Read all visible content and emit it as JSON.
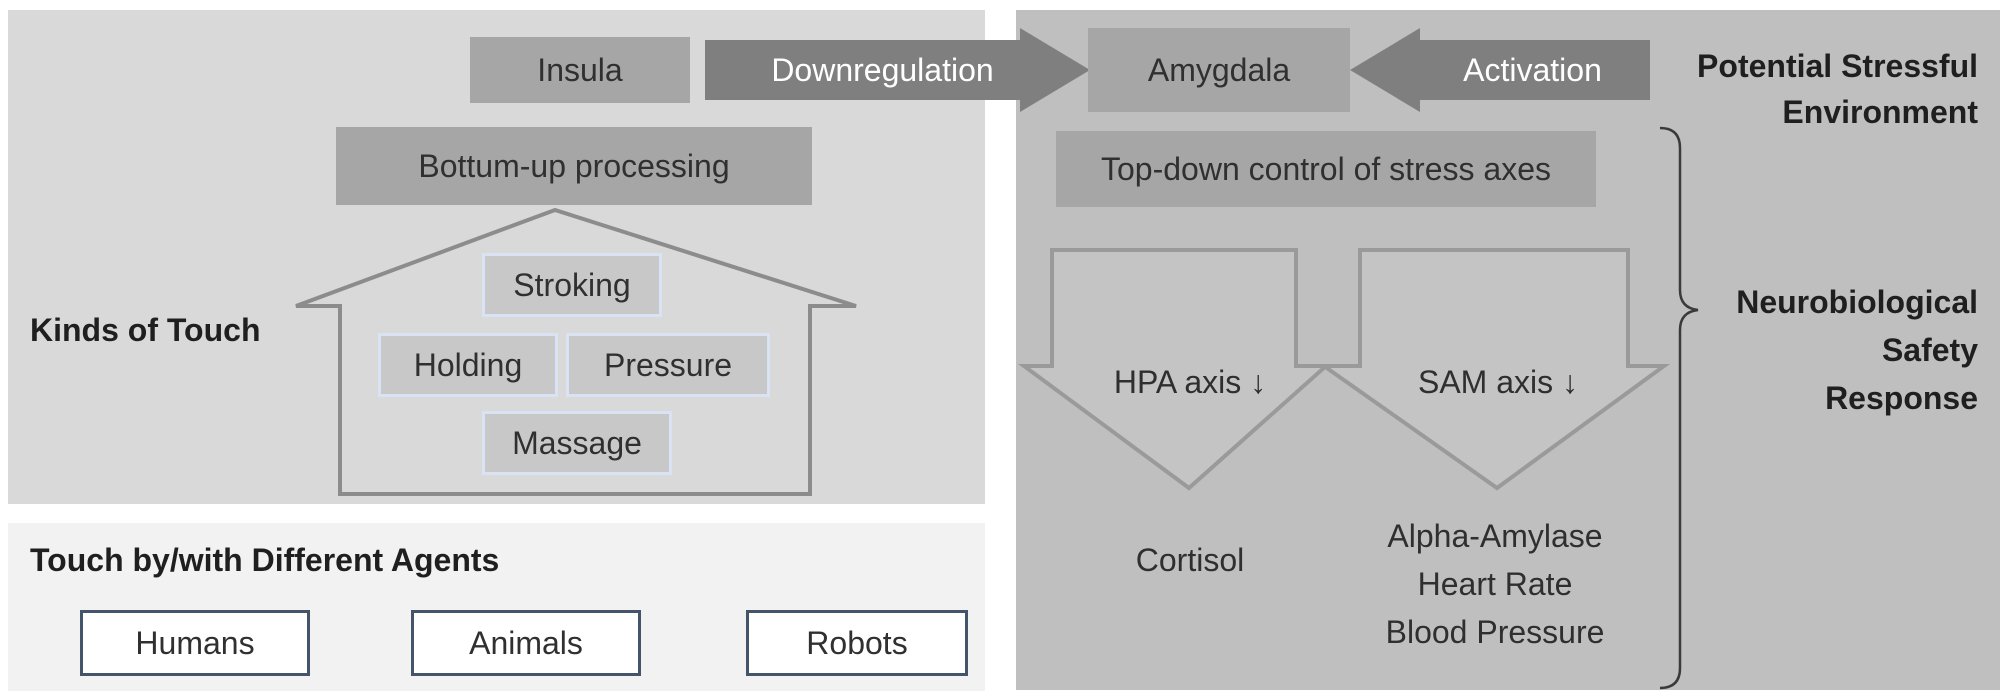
{
  "nodes": {
    "insula": "Insula",
    "amygdala": "Amygdala",
    "bottom_up": "Bottum-up processing",
    "top_down": "Top-down control of stress axes",
    "stroking": "Stroking",
    "holding": "Holding",
    "pressure": "Pressure",
    "massage": "Massage",
    "hpa": "HPA axis ↓",
    "sam": "SAM axis ↓"
  },
  "arrows": {
    "downregulation": "Downregulation",
    "activation": "Activation"
  },
  "labels": {
    "stressful_env": [
      "Potential Stressful",
      "Environment"
    ],
    "kinds_of_touch": "Kinds of Touch",
    "safety_response": [
      "Neurobiological",
      "Safety",
      "Response"
    ],
    "agents_title": "Touch by/with Different Agents"
  },
  "agents": [
    "Humans",
    "Animals",
    "Robots"
  ],
  "outputs": {
    "cortisol": "Cortisol",
    "sam_outputs": [
      "Alpha-Amylase",
      "Heart Rate",
      "Blood Pressure"
    ]
  },
  "colors": {
    "panel_light": "#d9d9d9",
    "panel_dark": "#bfbfbf",
    "box_dark": "#a6a6a6",
    "arrow_fill": "#7f7f7f",
    "agent_border": "#44546a"
  }
}
